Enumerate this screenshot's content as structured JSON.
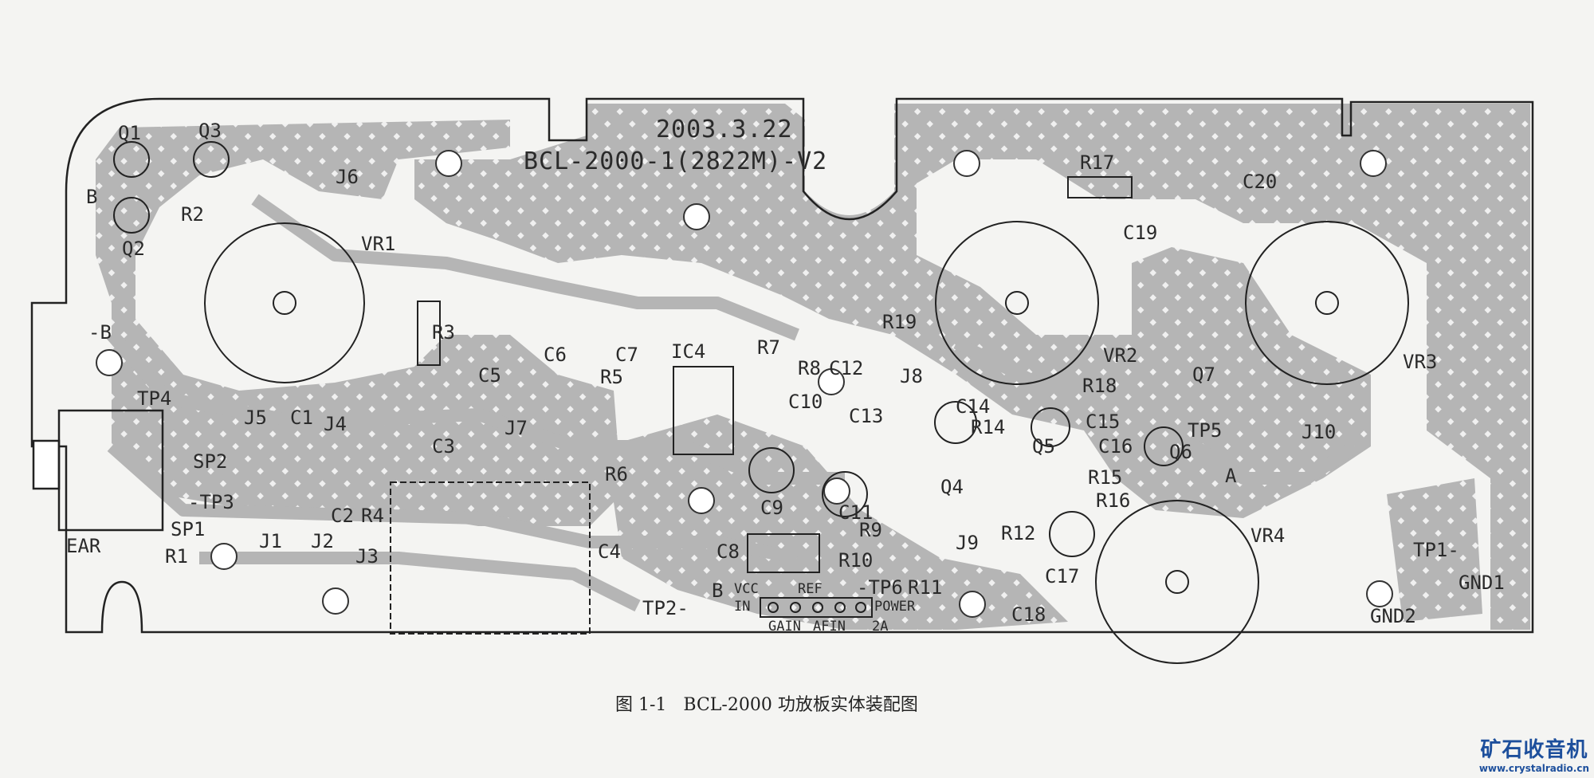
{
  "board": {
    "date": "2003.3.22",
    "model": "BCL-2000-1(2822M)-V2",
    "labels": [
      "Q1",
      "Q3",
      "B",
      "R2",
      "Q2",
      "J6",
      "VR1",
      "-B",
      "R3",
      "C6",
      "C7",
      "IC4",
      "R7",
      "R8",
      "C12",
      "R19",
      "J8",
      "VR2",
      "VR3",
      "R17",
      "C20",
      "C19",
      "R18",
      "Q7",
      "C14",
      "R14",
      "C15",
      "TP5",
      "Q6",
      "C16",
      "A",
      "J10",
      "Q5",
      "R15",
      "R16",
      "VR4",
      "TP4",
      "C5",
      "R5",
      "C10",
      "C13",
      "J7",
      "C1",
      "J4",
      "J5",
      "C3",
      "R6",
      "C9",
      "C11",
      "Q4",
      "R12",
      "J9",
      "C17",
      "C18",
      "GND1",
      "TP1-",
      "GND2",
      "SP2",
      "-TP3",
      "C2",
      "R4",
      "SP1",
      "EAR",
      "R1",
      "J1",
      "J2",
      "J3",
      "C4",
      "C8",
      "R9",
      "R10",
      "-TP6",
      "R11",
      "REF",
      "TP2-",
      "B",
      "VCC",
      "IN",
      "GAIN",
      "AFIN",
      "POWER",
      "2A"
    ]
  },
  "caption": "图 1-1   BCL-2000 功放板实体装配图",
  "watermark": {
    "title": "矿石收音机",
    "url": "www.crystalradio.cn"
  },
  "colors": {
    "copper": "#b5b5b5",
    "outline": "#222222",
    "paper": "#f4f4f2",
    "logo": "#1d4f9c"
  }
}
